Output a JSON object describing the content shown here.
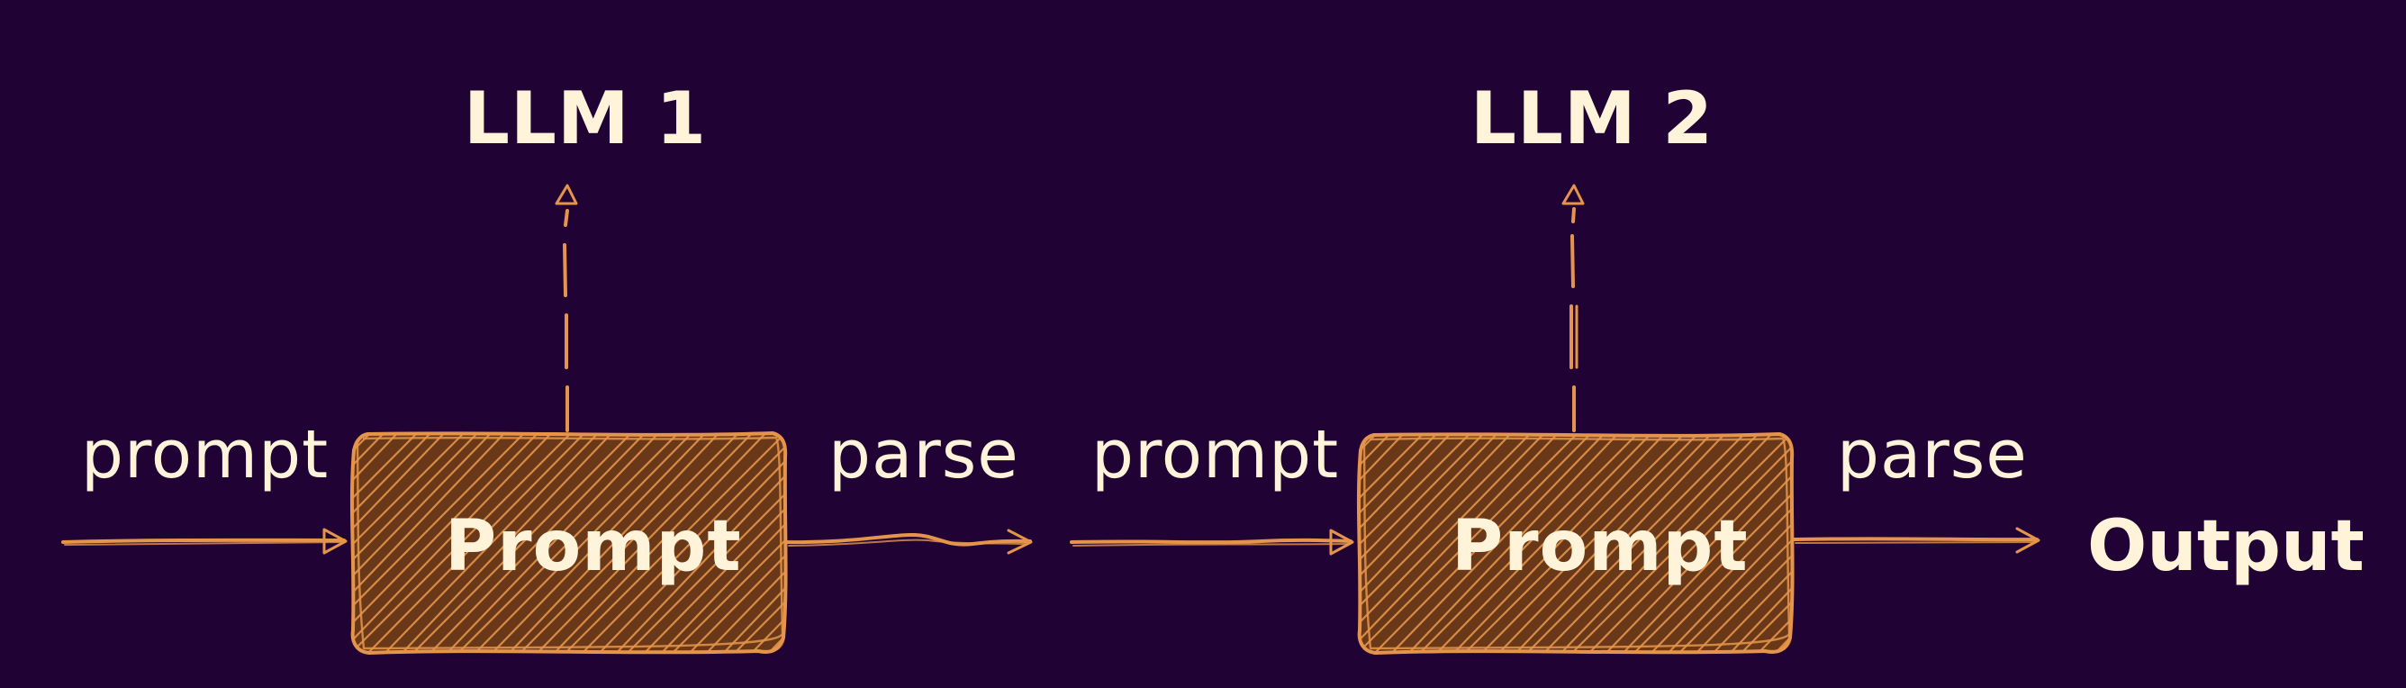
{
  "colors": {
    "background": "#200235",
    "accent": "#e5954b",
    "text": "#fff3d9"
  },
  "models": {
    "first": "LLM 1",
    "second": "LLM 2"
  },
  "boxes": {
    "first": "Prompt",
    "second": "Prompt"
  },
  "edges": {
    "in1": "prompt",
    "out1": "parse",
    "in2": "prompt",
    "out2": "parse"
  },
  "result": "Output"
}
